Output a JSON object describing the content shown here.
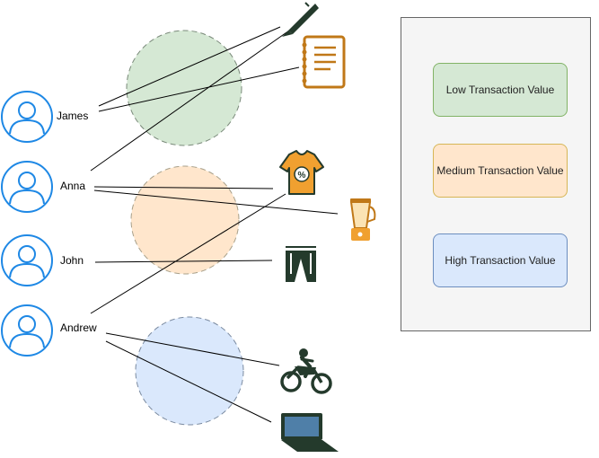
{
  "people": [
    {
      "name": "James"
    },
    {
      "name": "Anna"
    },
    {
      "name": "John"
    },
    {
      "name": "Andrew"
    }
  ],
  "legend": {
    "low": "Low Transaction Value",
    "medium": "Medium Transaction Value",
    "high": "High Transaction Value"
  },
  "colors": {
    "person": "#1e88e5",
    "low": "#d5e8d4",
    "medium": "#ffe6cc",
    "high": "#dae8fc",
    "product_accent": "#f0a030",
    "product_dark": "#243a2c"
  },
  "items": [
    "pen",
    "notepad",
    "tshirt",
    "blender",
    "pants",
    "motorcycle",
    "laptop"
  ]
}
